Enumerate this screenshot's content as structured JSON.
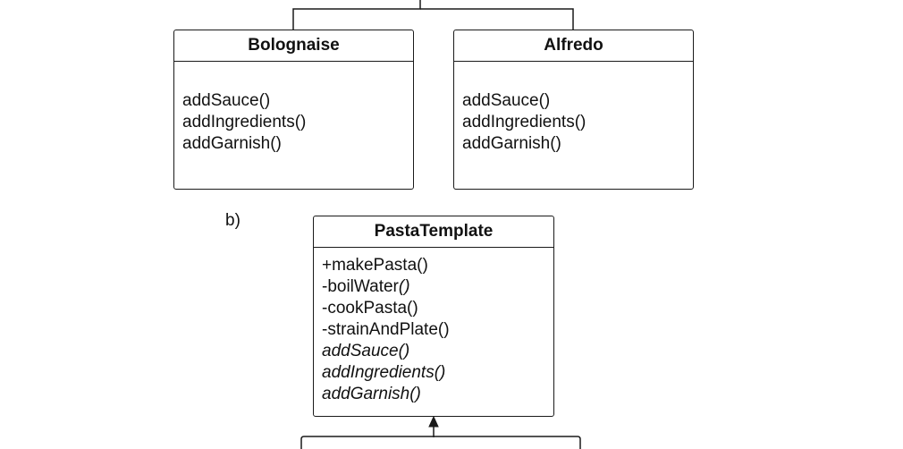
{
  "diagram": {
    "top_classes": [
      {
        "name": "Bolognaise",
        "operations": [
          "addSauce()",
          "addIngredients()",
          "addGarnish()"
        ]
      },
      {
        "name": "Alfredo",
        "operations": [
          "addSauce()",
          "addIngredients()",
          "addGarnish()"
        ]
      }
    ],
    "section_b_label": "b)",
    "template_class": {
      "name": "PastaTemplate",
      "operations": [
        {
          "prefix": "+makePasta()",
          "suffix": ""
        },
        {
          "prefix": "-boilWater",
          "suffix": "()"
        },
        {
          "prefix": "-cookPasta()",
          "suffix": ""
        },
        {
          "prefix": "-strainAndPlate()",
          "suffix": ""
        }
      ],
      "abstract_operations": [
        "addSauce()",
        "addIngredients()",
        "addGarnish()"
      ]
    }
  }
}
